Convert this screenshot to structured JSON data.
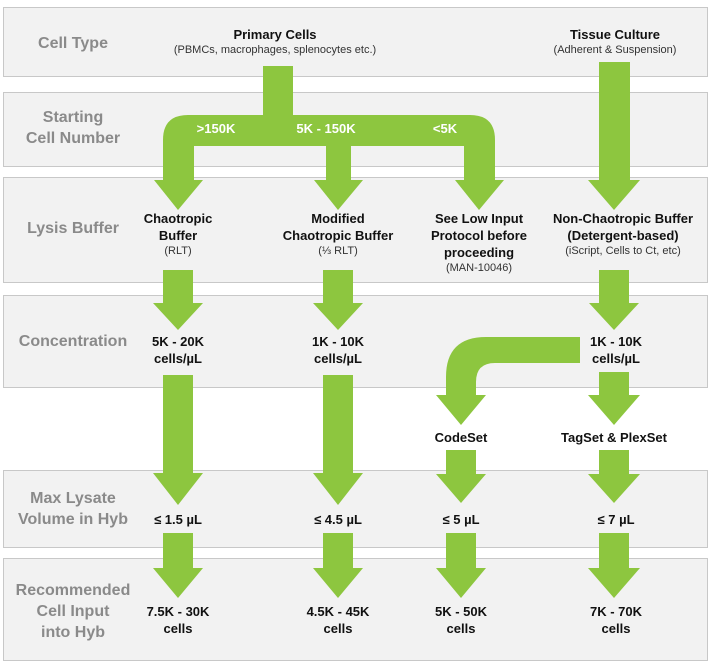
{
  "colors": {
    "arrow": "#8dc63f",
    "band": "#f2f2f2",
    "band_border": "#c8c8c8",
    "row_label": "#8a8a8a"
  },
  "rows": [
    {
      "label": "Cell Type"
    },
    {
      "label": "Starting\nCell Number"
    },
    {
      "label": "Lysis Buffer"
    },
    {
      "label": "Concentration"
    },
    {
      "label": "Max Lysate\nVolume in Hyb"
    },
    {
      "label": "Recommended\nCell Input\ninto Hyb"
    }
  ],
  "cell_types": {
    "primary": {
      "title": "Primary Cells",
      "sub": "(PBMCs, macrophages, splenocytes etc.)"
    },
    "tissue": {
      "title": "Tissue Culture",
      "sub": "(Adherent & Suspension)"
    }
  },
  "branches": [
    ">150K",
    "5K - 150K",
    "<5K"
  ],
  "lysis": {
    "chaotropic": {
      "title": "Chaotropic\nBuffer",
      "sub": "(RLT)"
    },
    "modified": {
      "title": "Modified\nChaotropic Buffer",
      "sub": "(⅓ RLT)"
    },
    "low_input": {
      "title": "See Low Input\nProtocol before\nproceeding",
      "sub": "(MAN-10046)"
    },
    "non_chaotropic": {
      "title": "Non-Chaotropic Buffer\n(Detergent-based)",
      "sub": "(iScript, Cells to Ct, etc)"
    }
  },
  "concentration": {
    "chaotropic": "5K - 20K\ncells/µL",
    "modified": "1K - 10K\ncells/µL",
    "non_chaotropic": "1K - 10K\ncells/µL"
  },
  "splits": {
    "codeset": "CodeSet",
    "tagset": "TagSet & PlexSet"
  },
  "max_volume": {
    "chaotropic": "≤ 1.5 µL",
    "modified": "≤ 4.5 µL",
    "codeset": "≤ 5 µL",
    "tagset": "≤ 7 µL"
  },
  "recommended": {
    "chaotropic": "7.5K - 30K\ncells",
    "modified": "4.5K - 45K\ncells",
    "codeset": "5K - 50K\ncells",
    "tagset": "7K - 70K\ncells"
  }
}
